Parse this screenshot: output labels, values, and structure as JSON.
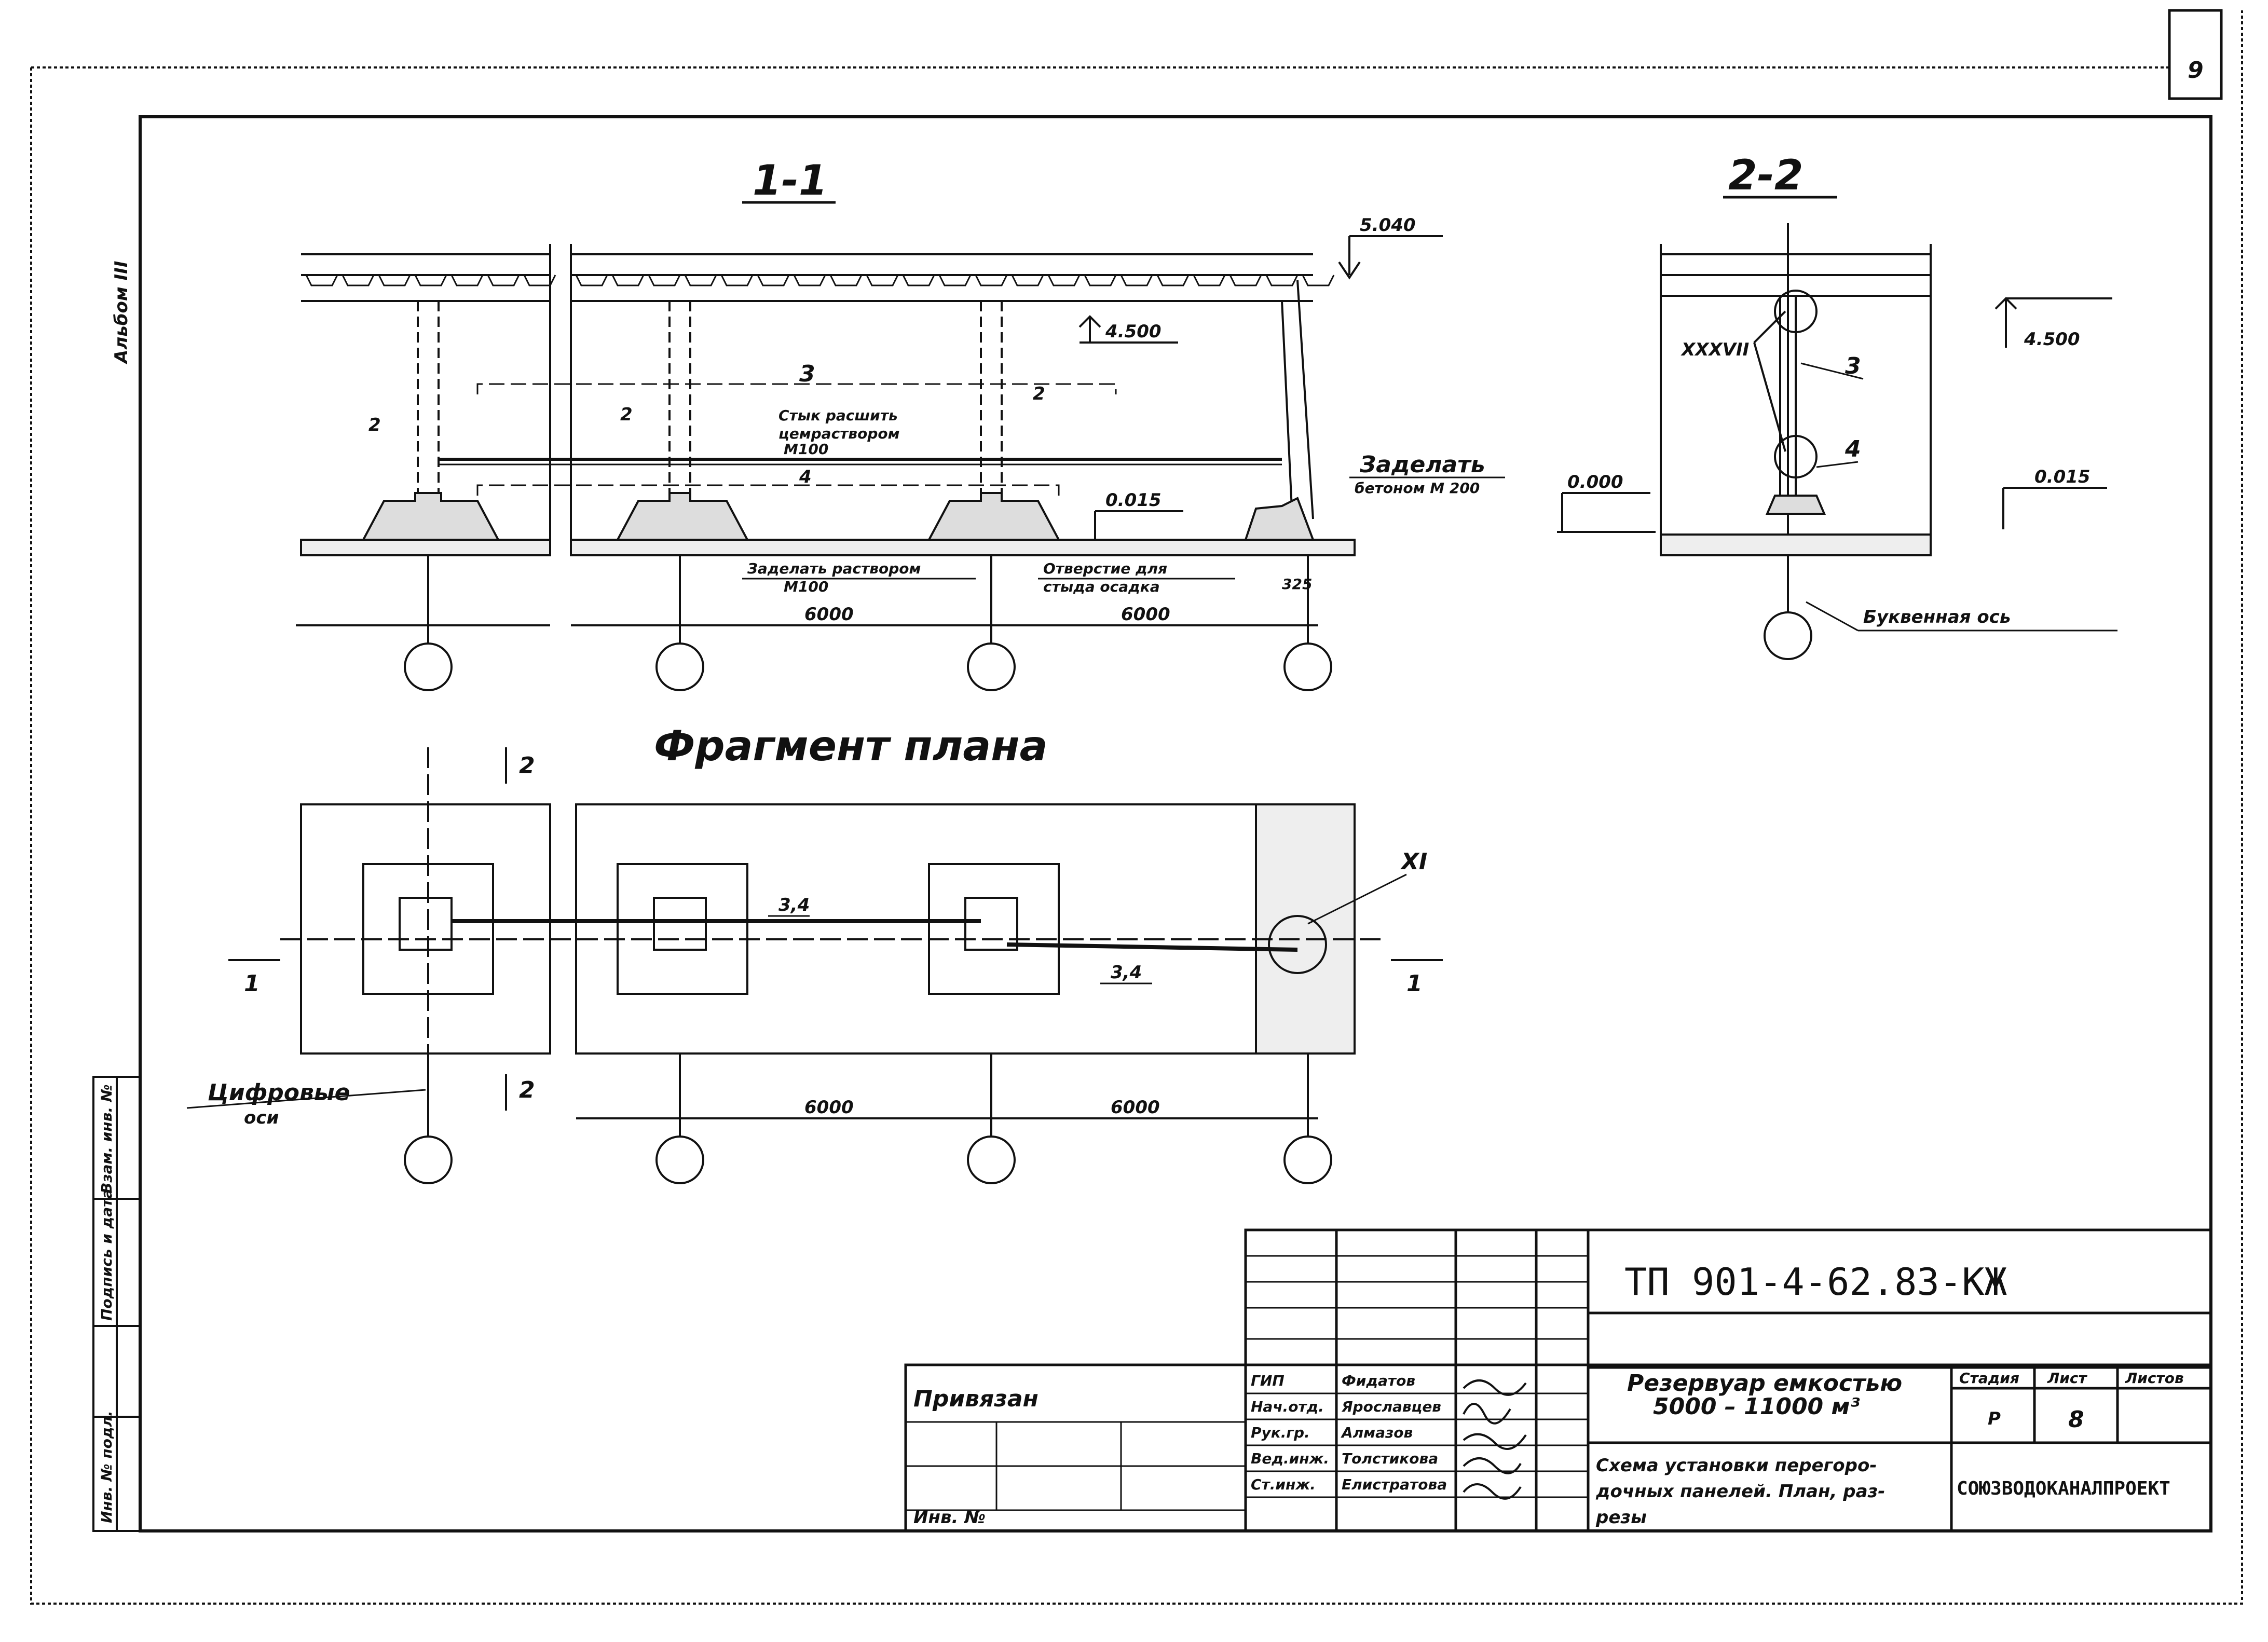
{
  "sheet": {
    "number": "9",
    "album": "Альбом III"
  },
  "section_1_1": {
    "title": "1-1",
    "elev_top": "5.040",
    "elev_beam": "4.500",
    "elev_floor": "0.015",
    "label_2": "2",
    "label_3": "3",
    "label_4": "4",
    "note_joint": [
      "Стык расшить",
      "цемраствором",
      "М100"
    ],
    "note_fill": [
      "Заделать",
      "бетоном М 200"
    ],
    "note_mortar": [
      "Заделать раствором",
      "М100"
    ],
    "note_hole": [
      "Отверстие для",
      "стыда осадка"
    ],
    "dim_small": "325",
    "dim_span": "6000"
  },
  "section_2_2": {
    "title": "2-2",
    "elev_beam": "4.500",
    "elev_zero": "0.000",
    "elev_floor": "0.015",
    "label_node": "XXXVII",
    "label_3": "3",
    "label_4": "4",
    "axis_note": "Буквенная ось"
  },
  "plan": {
    "title": "Фрагмент плана",
    "label_34": "3,4",
    "node_xi": "XI",
    "cut_1": "1",
    "cut_2": "2",
    "axis_note": [
      "Цифровые",
      "оси"
    ],
    "dim_span": "6000"
  },
  "stamp": {
    "code": "ТП 901-4-62.83-КЖ",
    "tied": "Привязан",
    "inv": "Инв. №",
    "roles": [
      "ГИП",
      "Нач.отд.",
      "Рук.гр.",
      "Вед.инж.",
      "Ст.инж."
    ],
    "names": [
      "Фидатов",
      "Ярославцев",
      "Алмазов",
      "Толстикова",
      "Елистратова"
    ],
    "project": [
      "Резервуар емкостью",
      "5000 – 11000 м³"
    ],
    "sheet_title": [
      "Схема установки перегоро-",
      "дочных панелей. План, раз-",
      "резы"
    ],
    "col_stage": "Стадия",
    "col_sheet": "Лист",
    "col_sheets": "Листов",
    "stage": "Р",
    "sheet_no": "8",
    "org": "СОЮЗВОДОКАНАЛПРОЕКТ"
  },
  "left_strip": [
    "Инв. № подл.",
    "Подпись и дата",
    "Взам. инв. №"
  ]
}
